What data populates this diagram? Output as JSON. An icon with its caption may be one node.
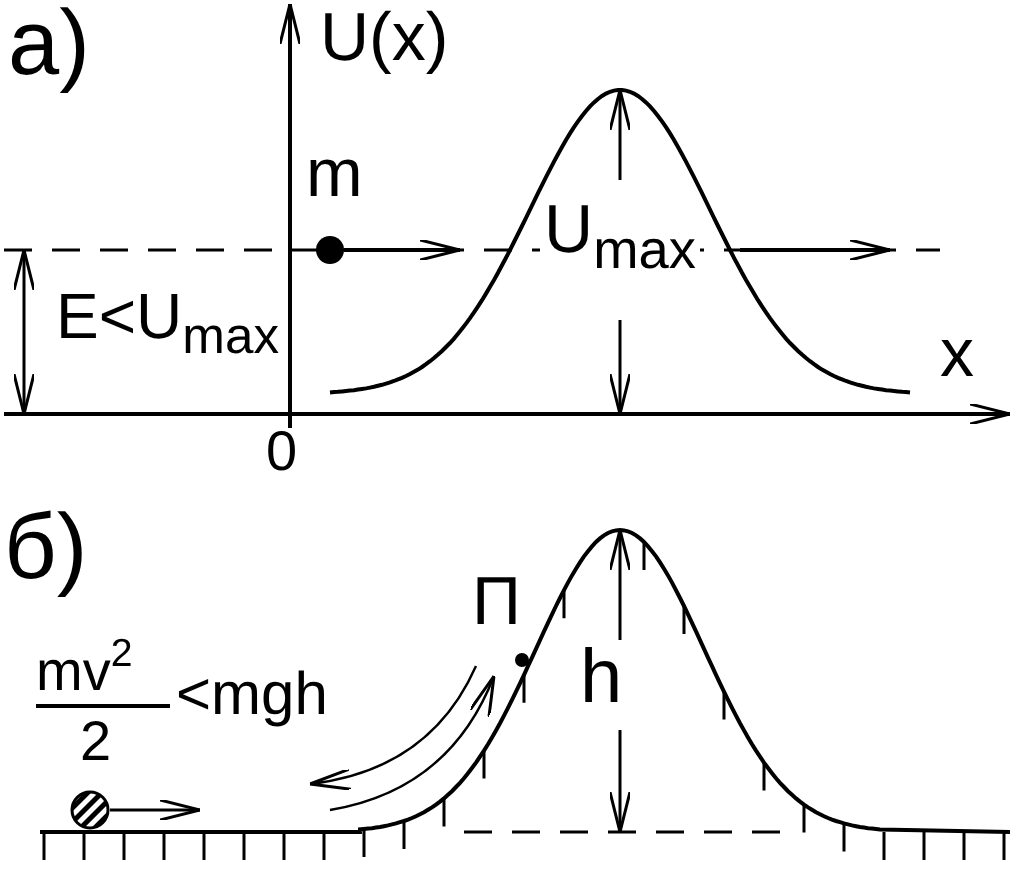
{
  "diagram": {
    "labels": [
      "а)",
      "U(x)",
      "m",
      "U$_{max}$",
      "E<U$_{max}$",
      "x",
      "0",
      "б)",
      "П",
      "h",
      "mv$^{2}$",
      "2",
      "<mgh"
    ]
  }
}
